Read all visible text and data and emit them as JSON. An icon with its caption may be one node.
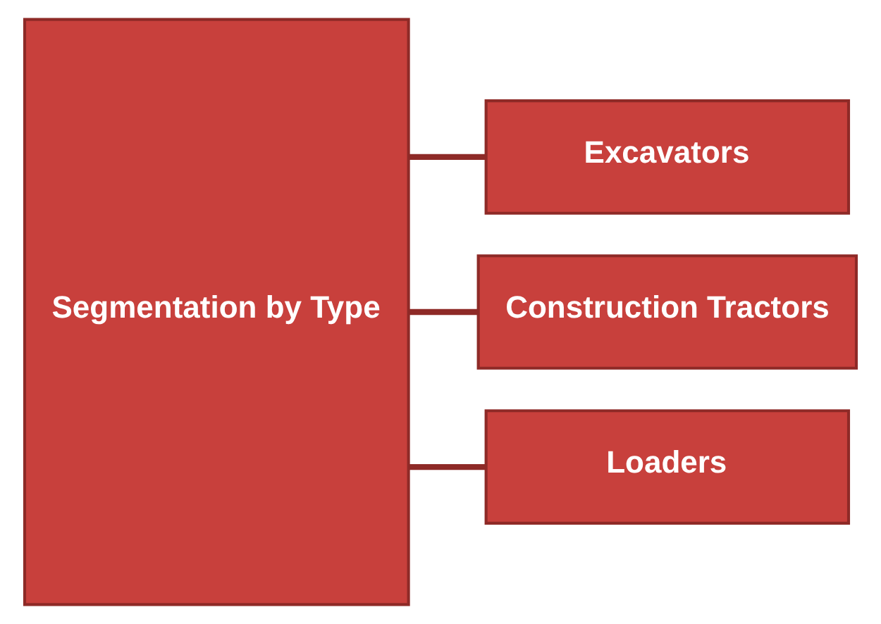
{
  "diagram": {
    "nodes": [
      {
        "text": [
          "Segmentation by Type"
        ]
      },
      {
        "text": [
          "Excavators"
        ]
      },
      {
        "text": [
          "Construction Tractors"
        ]
      },
      {
        "text": [
          "Loaders"
        ]
      }
    ],
    "edges": [
      {
        "from": 0,
        "to": 1,
        "arrow": "none"
      },
      {
        "from": 0,
        "to": 2,
        "arrow": "none"
      },
      {
        "from": 0,
        "to": 3,
        "arrow": "none"
      }
    ]
  }
}
